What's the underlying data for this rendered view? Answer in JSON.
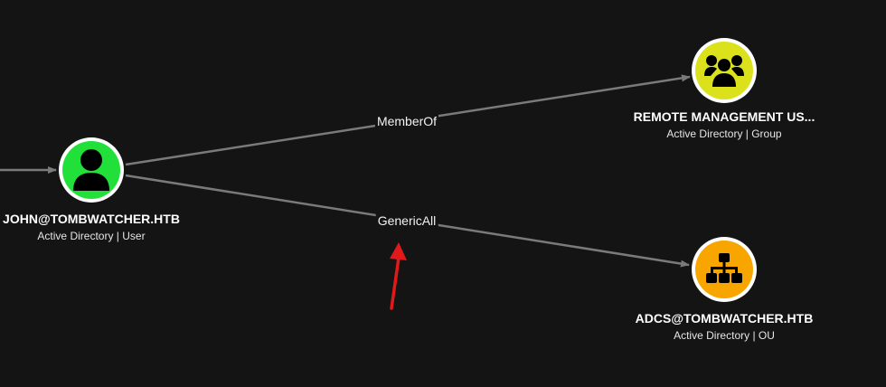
{
  "graph": {
    "nodes": [
      {
        "id": "john",
        "title": "JOHN@TOMBWATCHER.HTB",
        "subtitle": "Active Directory | User",
        "icon": "user-icon",
        "color": "#22e03a"
      },
      {
        "id": "rmu",
        "title": "REMOTE MANAGEMENT US...",
        "subtitle": "Active Directory | Group",
        "icon": "group-icon",
        "color": "#dbe21b"
      },
      {
        "id": "adcs",
        "title": "ADCS@TOMBWATCHER.HTB",
        "subtitle": "Active Directory | OU",
        "icon": "ou-icon",
        "color": "#f8a500"
      }
    ],
    "edges": [
      {
        "from": "john",
        "to": "rmu",
        "label": "MemberOf"
      },
      {
        "from": "john",
        "to": "adcs",
        "label": "GenericAll"
      }
    ]
  },
  "colors": {
    "background": "#141414",
    "edge": "#7a7a7a",
    "annotation_arrow": "#e0191b"
  }
}
